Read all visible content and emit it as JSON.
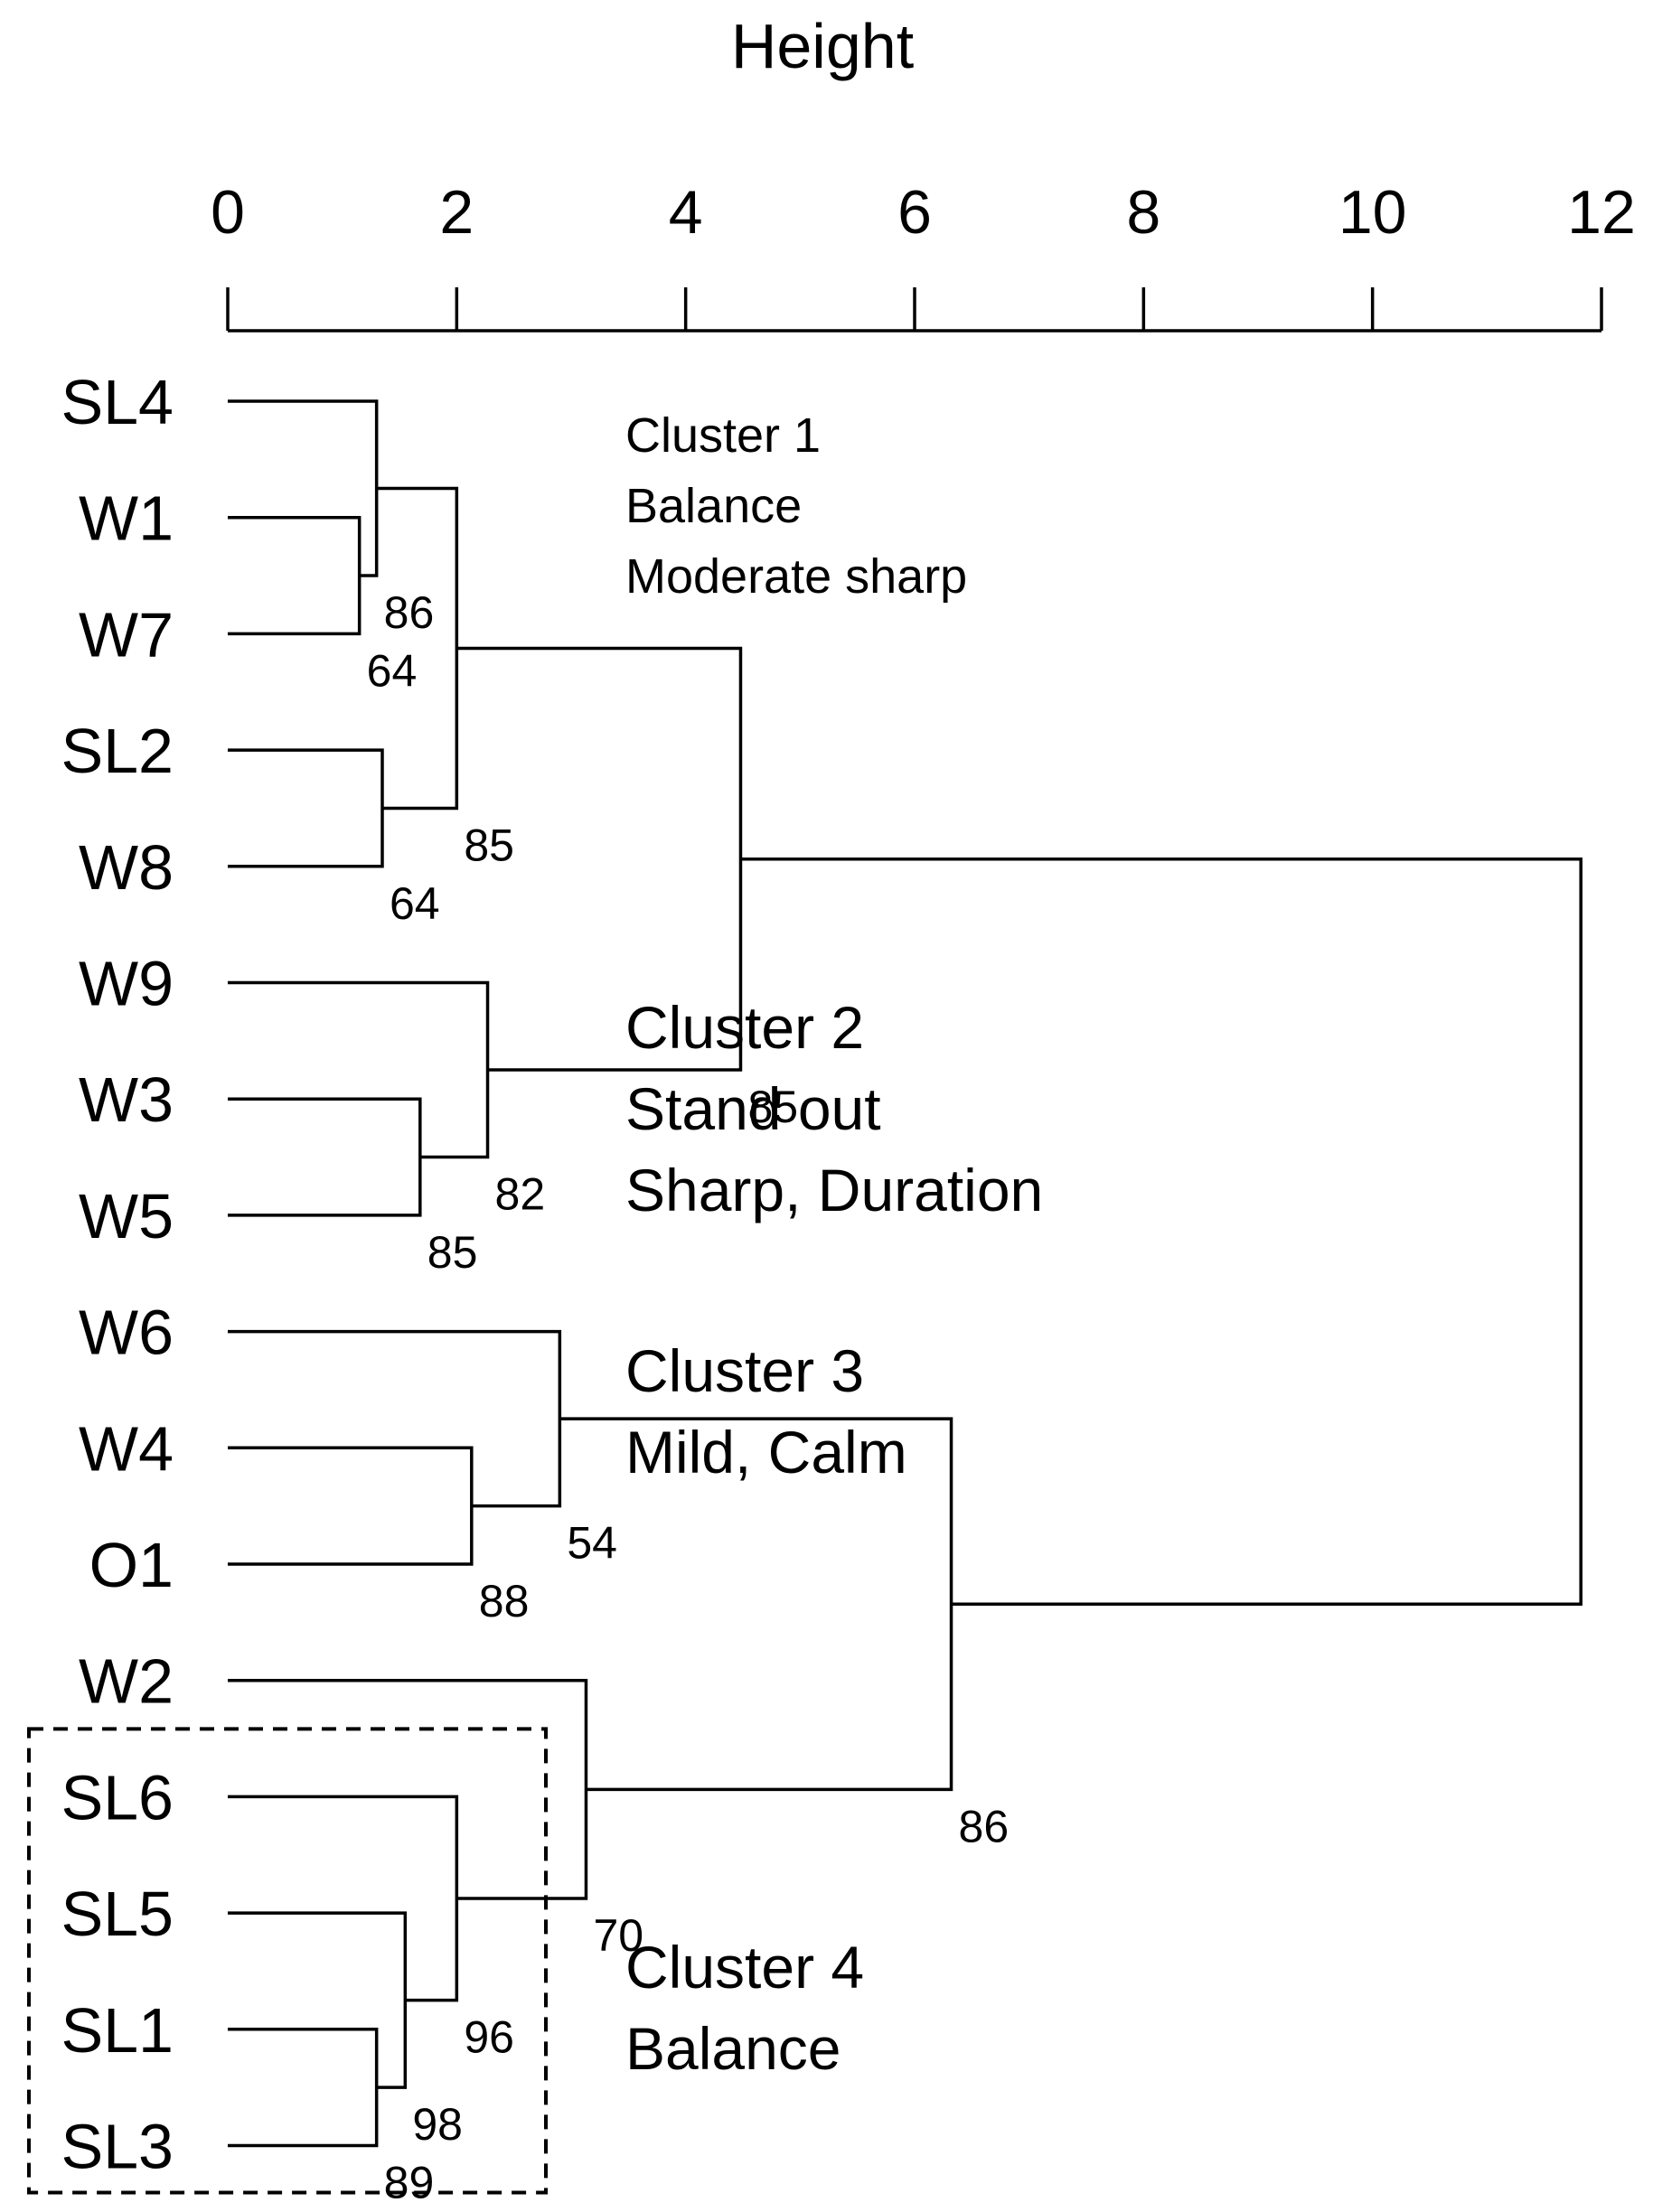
{
  "axis": {
    "title": "Height",
    "min": 0,
    "max": 12,
    "ticks": [
      "0",
      "2",
      "4",
      "6",
      "8",
      "10",
      "12"
    ]
  },
  "leaves": [
    "SL4",
    "W1",
    "W7",
    "SL2",
    "W8",
    "W9",
    "W3",
    "W5",
    "W6",
    "W4",
    "O1",
    "W2",
    "SL6",
    "SL5",
    "SL1",
    "SL3"
  ],
  "merges": [
    {
      "id": "m_w1_w7",
      "a": "W1",
      "b": "W7",
      "height": 1.15,
      "support": "64"
    },
    {
      "id": "m_sl4",
      "a": "SL4",
      "b": "m_w1_w7",
      "height": 1.3,
      "support": "86"
    },
    {
      "id": "m_sl2_w8",
      "a": "SL2",
      "b": "W8",
      "height": 1.35,
      "support": "64"
    },
    {
      "id": "m_c1",
      "a": "m_sl4",
      "b": "m_sl2_w8",
      "height": 2.0,
      "support": "85"
    },
    {
      "id": "m_w3_w5",
      "a": "W3",
      "b": "W5",
      "height": 1.68,
      "support": "85"
    },
    {
      "id": "m_c2",
      "a": "W9",
      "b": "m_w3_w5",
      "height": 2.27,
      "support": "82"
    },
    {
      "id": "m_c12",
      "a": "m_c1",
      "b": "m_c2",
      "height": 4.48,
      "support": "85"
    },
    {
      "id": "m_w4_o1",
      "a": "W4",
      "b": "O1",
      "height": 2.13,
      "support": "88"
    },
    {
      "id": "m_c3",
      "a": "W6",
      "b": "m_w4_o1",
      "height": 2.9,
      "support": "54"
    },
    {
      "id": "m_sl1_sl3",
      "a": "SL1",
      "b": "SL3",
      "height": 1.3,
      "support": "89"
    },
    {
      "id": "m_sl5",
      "a": "SL5",
      "b": "m_sl1_sl3",
      "height": 1.55,
      "support": "98"
    },
    {
      "id": "m_sl6",
      "a": "SL6",
      "b": "m_sl5",
      "height": 2.0,
      "support": "96"
    },
    {
      "id": "m_c4",
      "a": "W2",
      "b": "m_sl6",
      "height": 3.13,
      "support": "70"
    },
    {
      "id": "m_c34",
      "a": "m_c3",
      "b": "m_c4",
      "height": 6.32,
      "support": "86"
    },
    {
      "id": "m_root",
      "a": "m_c12",
      "b": "m_c34",
      "height": 11.82,
      "support": ""
    }
  ],
  "clusters": [
    {
      "id": "c1",
      "lines": [
        "Cluster 1",
        "Balance",
        "Moderate sharp"
      ]
    },
    {
      "id": "c2",
      "lines": [
        "Cluster 2",
        "Stand out",
        "Sharp, Duration"
      ]
    },
    {
      "id": "c3",
      "lines": [
        "Cluster 3",
        "Mild, Calm"
      ]
    },
    {
      "id": "c4",
      "lines": [
        "Cluster 4",
        "Balance"
      ]
    }
  ],
  "highlight_box": {
    "from_leaf": "SL6",
    "to_leaf": "SL3",
    "style": "dashed"
  }
}
